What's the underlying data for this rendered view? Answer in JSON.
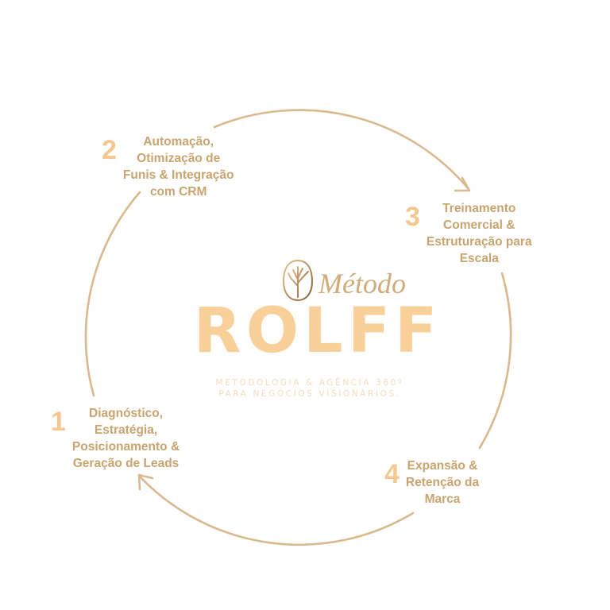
{
  "logo": {
    "script_word": "Método",
    "brand": "ROLFF",
    "tagline": [
      "METODOLOGIA & AGÊNCIA 360º",
      "PARA NEGÓCIOS VISIONÁRIOS."
    ]
  },
  "steps": [
    {
      "number": "1",
      "lines": [
        "Diagnóstico,",
        "Estratégia,",
        "Posicionamento &",
        "Geração de Leads"
      ]
    },
    {
      "number": "2",
      "lines": [
        "Automação,",
        "Otimização de",
        "Funis & Integração",
        "com CRM"
      ]
    },
    {
      "number": "3",
      "lines": [
        "Treinamento",
        "Comercial &",
        "Estruturação para",
        "Escala"
      ]
    },
    {
      "number": "4",
      "lines": [
        "Expansão &",
        "Retenção da",
        "Marca"
      ]
    }
  ],
  "colors": {
    "ring": "#d9b98d",
    "number": "#f6c890",
    "text": "#c9a46f",
    "brand": "#f9d09a",
    "tagline": "#f2dcbd"
  }
}
